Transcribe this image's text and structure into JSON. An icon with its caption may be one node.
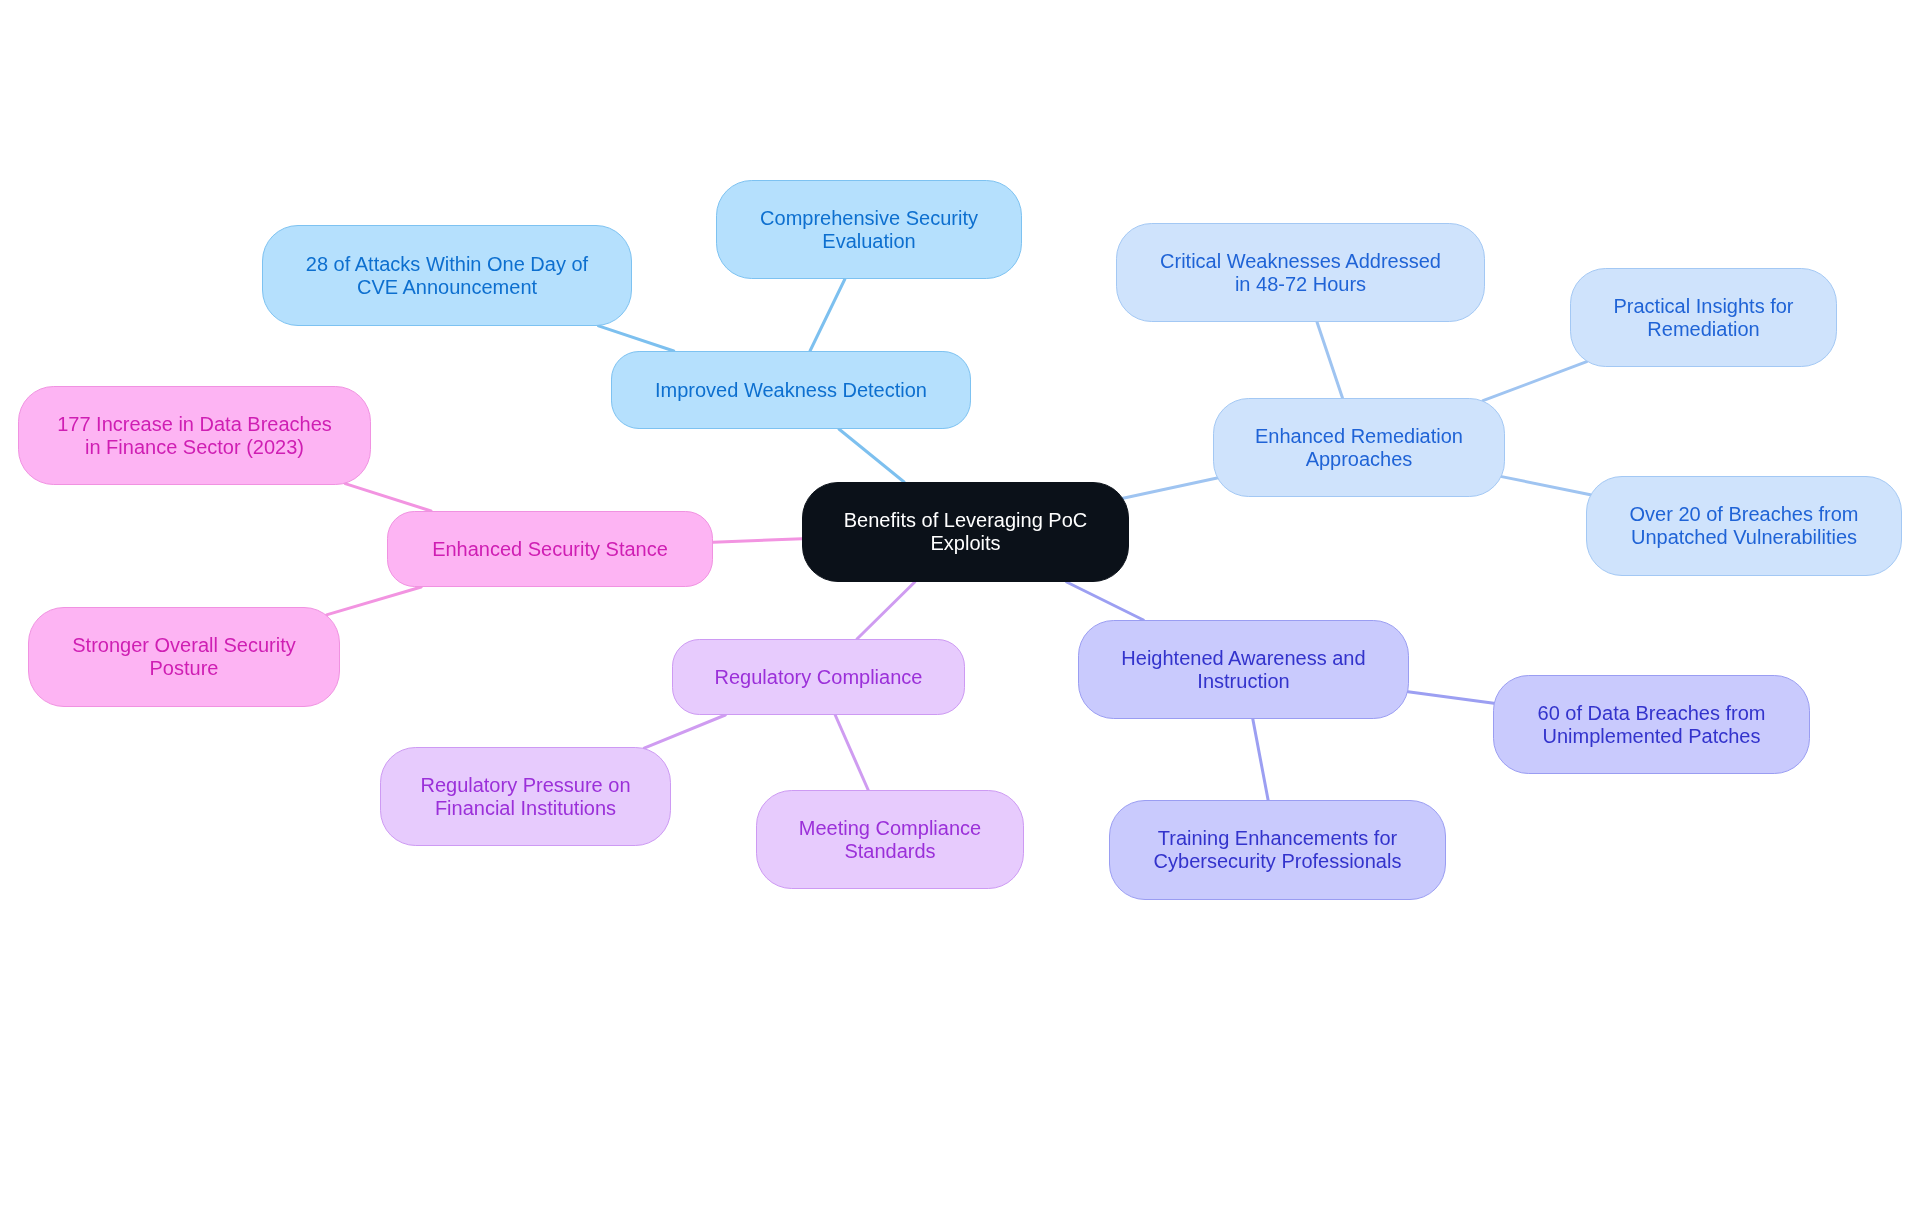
{
  "diagram": {
    "nodes": [
      {
        "text": [
          "Benefits of Leveraging PoC Exploits"
        ]
      },
      {
        "text": [
          "Improved Weakness Detection"
        ]
      },
      {
        "text": [
          "Comprehensive Security Evaluation"
        ]
      },
      {
        "text": [
          "28 of Attacks Within One Day of CVE Announcement"
        ]
      },
      {
        "text": [
          "Enhanced Remediation Approaches"
        ]
      },
      {
        "text": [
          "Critical Weaknesses Addressed in 48-72 Hours"
        ]
      },
      {
        "text": [
          "Practical Insights for Remediation"
        ]
      },
      {
        "text": [
          "Over 20 of Breaches from Unpatched Vulnerabilities"
        ]
      },
      {
        "text": [
          "Heightened Awareness and Instruction"
        ]
      },
      {
        "text": [
          "60 of Data Breaches from Unimplemented Patches"
        ]
      },
      {
        "text": [
          "Training Enhancements for Cybersecurity Professionals"
        ]
      },
      {
        "text": [
          "Regulatory Compliance"
        ]
      },
      {
        "text": [
          "Meeting Compliance Standards"
        ]
      },
      {
        "text": [
          "Regulatory Pressure on Financial Institutions"
        ]
      },
      {
        "text": [
          "Enhanced Security Stance"
        ]
      },
      {
        "text": [
          "177 Increase in Data Breaches in Finance Sector (2023)"
        ]
      },
      {
        "text": [
          "Stronger Overall Security Posture"
        ]
      }
    ],
    "edges": [
      {
        "from": 0,
        "to": 1,
        "arrow": "none",
        "color": "#7dc0ef"
      },
      {
        "from": 1,
        "to": 2,
        "arrow": "none",
        "color": "#7dc0ef"
      },
      {
        "from": 1,
        "to": 3,
        "arrow": "none",
        "color": "#7dc0ef"
      },
      {
        "from": 0,
        "to": 4,
        "arrow": "none",
        "color": "#9fc4f1"
      },
      {
        "from": 4,
        "to": 5,
        "arrow": "none",
        "color": "#9fc4f1"
      },
      {
        "from": 4,
        "to": 6,
        "arrow": "none",
        "color": "#9fc4f1"
      },
      {
        "from": 4,
        "to": 7,
        "arrow": "none",
        "color": "#9fc4f1"
      },
      {
        "from": 0,
        "to": 8,
        "arrow": "none",
        "color": "#9c9ff2"
      },
      {
        "from": 8,
        "to": 9,
        "arrow": "none",
        "color": "#9c9ff2"
      },
      {
        "from": 8,
        "to": 10,
        "arrow": "none",
        "color": "#9c9ff2"
      },
      {
        "from": 0,
        "to": 11,
        "arrow": "none",
        "color": "#cf9cf1"
      },
      {
        "from": 11,
        "to": 12,
        "arrow": "none",
        "color": "#cf9cf1"
      },
      {
        "from": 11,
        "to": 13,
        "arrow": "none",
        "color": "#cf9cf1"
      },
      {
        "from": 0,
        "to": 14,
        "arrow": "none",
        "color": "#f294e1"
      },
      {
        "from": 14,
        "to": 15,
        "arrow": "none",
        "color": "#f294e1"
      },
      {
        "from": 14,
        "to": 16,
        "arrow": "none",
        "color": "#f294e1"
      }
    ]
  }
}
